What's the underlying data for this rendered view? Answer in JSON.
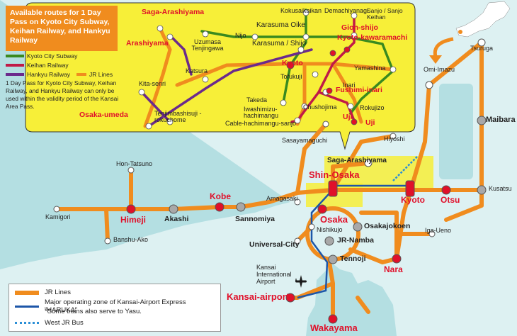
{
  "colors": {
    "sea": "#b4dfe2",
    "land": "#ffffff",
    "inset": "#f7ef38",
    "jr": "#f08c1e",
    "haruka": "#1d56a8",
    "bus": "#2b8fd6",
    "subway": "#3a8a1f",
    "keihan": "#c01a48",
    "hankyu": "#6b2a8c",
    "station_red": "#e0102a",
    "station_gray": "#a8a8a8"
  },
  "inset": {
    "title": "Available routes for 1 Day Pass on Kyoto City Subway, Keihan Railway, and Hankyu Railway",
    "legend": {
      "subway": "Kyoto City Subway",
      "keihan": "Keihan Railway",
      "hankyu": "Hankyu Railway",
      "jr": "JR Lines"
    },
    "note": "1 Day Pass for Kyoto City Subway, Keihan Railway, and Hankyu Railway can only be used within the validity period of the Kansai Area Pass.",
    "stations": {
      "saga_arashiyama": "Saga-Arashiyama",
      "arashiyama": "Arashiyama",
      "uzumasa": "Uzumasa Tenjingawa",
      "kokusaikaikan": "Kokusaikaikan",
      "demachiyanagi": "Demachiyanagi",
      "sanjo": "Sanjo / Sanjo Keihan",
      "nijo": "Nijo",
      "karasuma_oike": "Karasuma Oike",
      "karasuma_shijo": "Karasuma / Shijo",
      "gion_shijo": "Gion-shijo",
      "kyoto_kawaramachi": "Kyoto-kawaramachi",
      "katsura": "Katsura",
      "kyoto": "Kyoto",
      "yamashina": "Yamashina",
      "takeda": "Takeda",
      "tofukuji": "Tofukuji",
      "inari": "Inari",
      "fushimi_inari": "Fushimi-inari",
      "kita_senri": "Kita-senri",
      "iwashimizu": "Iwashimizu-hachimangu",
      "chushojima": "Chushojima",
      "rokujizo": "Rokujizo",
      "uji_keihan": "Uji",
      "uji_jr": "Uji",
      "osaka_umeda": "Osaka-umeda",
      "tenjimbashisuji": "Tenjimbashisuji -rokuchome",
      "cable": "Cable-hachimangu-sanjo"
    }
  },
  "stations": {
    "tsuruga": "Tsuruga",
    "omi_imazu": "Omi-Imazu",
    "maibara": "Maibara",
    "hiyoshi": "Hiyoshi",
    "kusatsu": "Kusatsu",
    "otsu": "Otsu",
    "kyoto": "Kyoto",
    "iga_ueno": "Iga-Ueno",
    "sasayamaguchi": "Sasayamaguchi",
    "saga_arashiyama": "Saga-Arashiyama",
    "shin_osaka": "Shin-Osaka",
    "osaka": "Osaka",
    "osakajokoen": "Osakajokoen",
    "nishikujo": "Nishikujo",
    "universal_city": "Universal-City",
    "jr_namba": "JR-Namba",
    "tennoji": "Tennoji",
    "nara": "Nara",
    "amagasaki": "Amagasaki",
    "kobe": "Kobe",
    "sannomiya": "Sannomiya",
    "akashi": "Akashi",
    "himeji": "Himeji",
    "kamigori": "Kamigori",
    "hon_tatsuno": "Hon-Tatsuno",
    "banshu_ako": "Banshu-Ako",
    "kansai_airport_label": "Kansai International Airport",
    "kansai_airport": "Kansai-airport",
    "wakayama": "Wakayama"
  },
  "legend": {
    "jr": "JR Lines",
    "haruka": "Major operating zone of Kansai-Airport Express \"HARUKA\"",
    "haruka_note": "*Some trains also serve to Yasu.",
    "bus": "West JR Bus"
  },
  "icons": {
    "airplane": "airplane-icon",
    "arrow": "curved-arrow-icon"
  }
}
